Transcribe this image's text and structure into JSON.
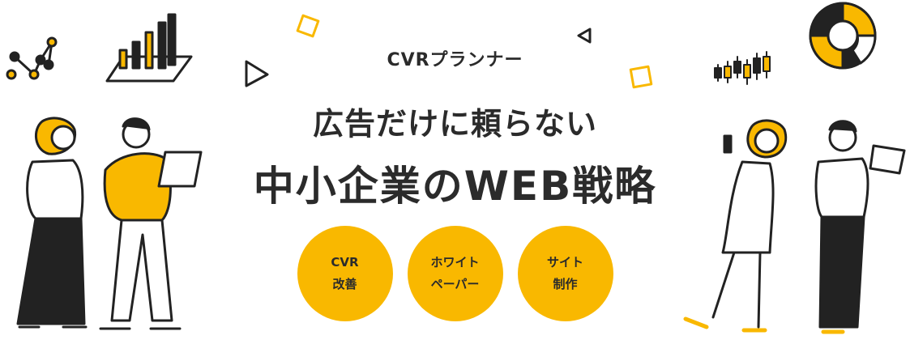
{
  "hero": {
    "kicker": "CVRプランナー",
    "headline_line1": "広告だけに頼らない",
    "headline_line2": "中小企業のWEB戦略"
  },
  "badges": [
    {
      "line1": "CVR",
      "line2": "改善"
    },
    {
      "line1": "ホワイト",
      "line2": "ペーパー"
    },
    {
      "line1": "サイト",
      "line2": "制作"
    }
  ],
  "colors": {
    "accent": "#f9b800",
    "ink": "#2b2b2b",
    "background": "#ffffff"
  },
  "decorations": [
    "network-dots-icon",
    "bar-chart-icon",
    "triangle-icon",
    "square-icon",
    "donut-chart-icon",
    "candlestick-icon",
    "woman-thinking-illustration",
    "man-laptop-illustration",
    "woman-phone-illustration",
    "man-book-illustration"
  ]
}
